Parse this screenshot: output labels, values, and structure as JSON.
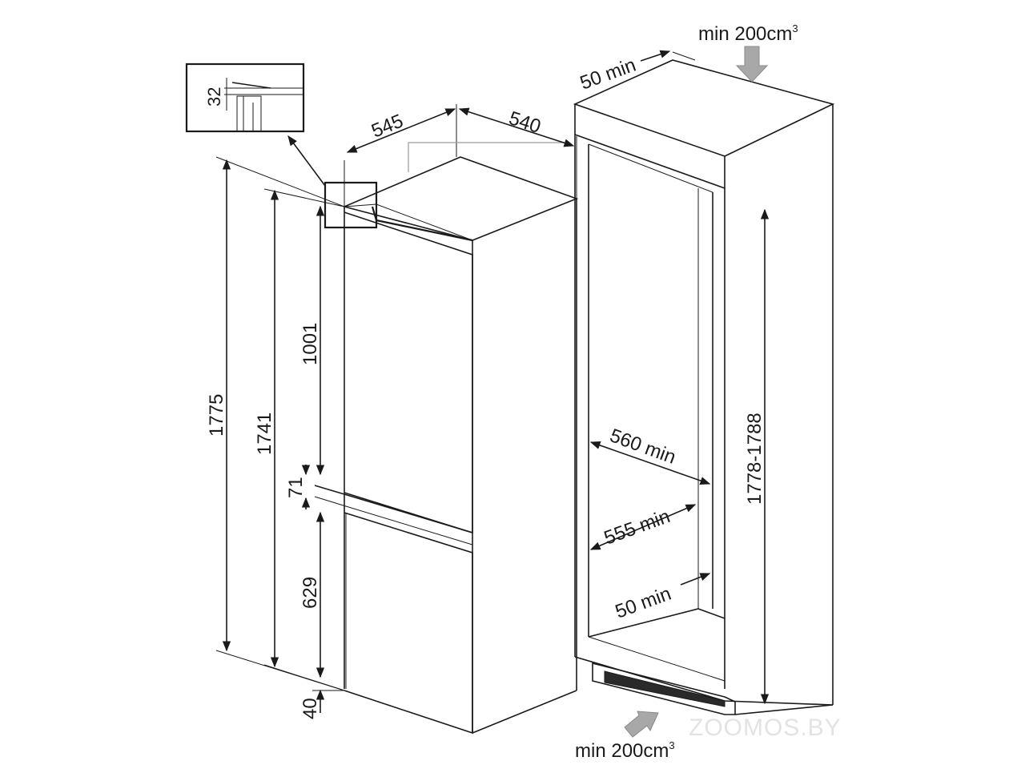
{
  "labels": {
    "vent_top": "min 200cm",
    "vent_top_sup": "3",
    "vent_bottom": "min 200cm",
    "vent_bottom_sup": "3",
    "gap_top": "50 min",
    "gap_bottom": "50 min",
    "niche_width_top": "560 min",
    "niche_width_bottom": "555 min",
    "niche_height": "1778-1788",
    "depth": "545",
    "width": "540",
    "height_total": "1775",
    "height_body": "1741",
    "height_upper": "1001",
    "gap_mid": "71",
    "height_lower": "629",
    "base": "40",
    "detail": "32",
    "watermark": "ZOOMOS.BY"
  }
}
